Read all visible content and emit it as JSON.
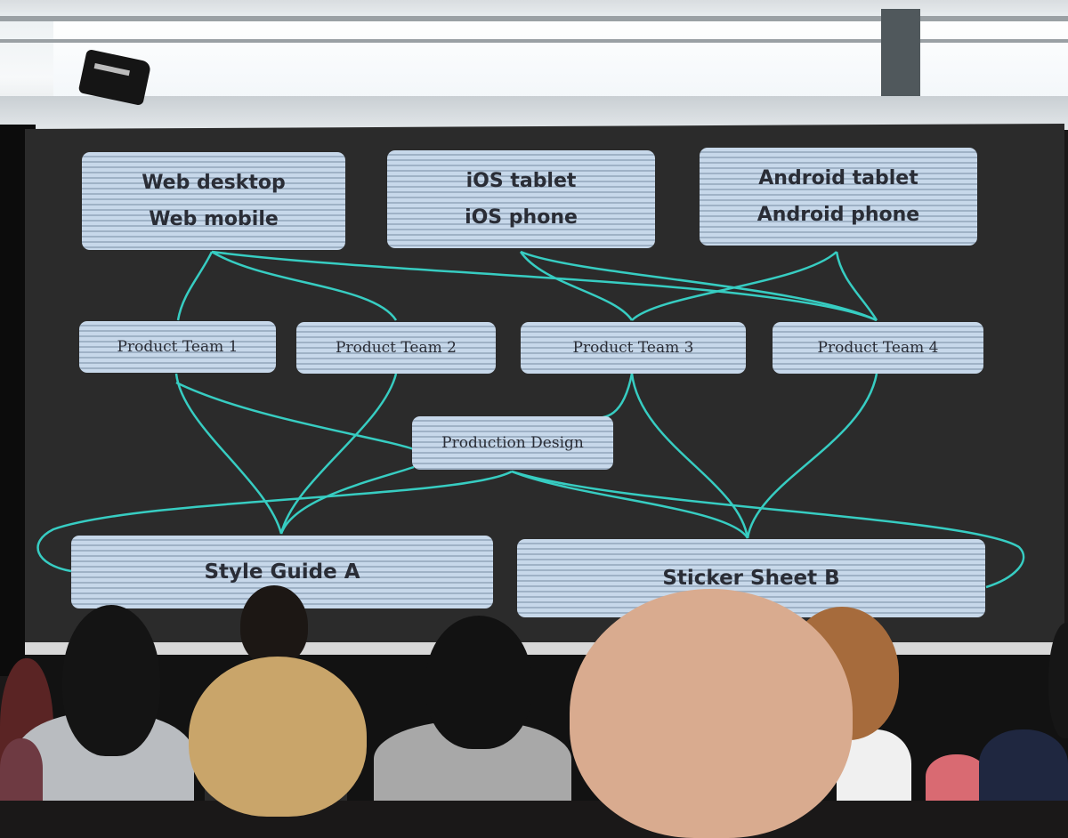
{
  "diagram": {
    "platforms": [
      {
        "lines": [
          "Web desktop",
          "Web mobile"
        ]
      },
      {
        "lines": [
          "iOS tablet",
          "iOS phone"
        ]
      },
      {
        "lines": [
          "Android tablet",
          "Android phone"
        ]
      }
    ],
    "teams": [
      "Product Team 1",
      "Product Team 2",
      "Product Team 3",
      "Product Team 4"
    ],
    "production_design": "Production Design",
    "guides": [
      "Style Guide A",
      "Sticker Sheet B"
    ],
    "colors": {
      "box_fill": "#c7d8ea",
      "box_stripe": "#9fb2c6",
      "connector": "#38d6cb",
      "screen_bg": "#2b2b2b",
      "text": "#2a2d36"
    }
  }
}
